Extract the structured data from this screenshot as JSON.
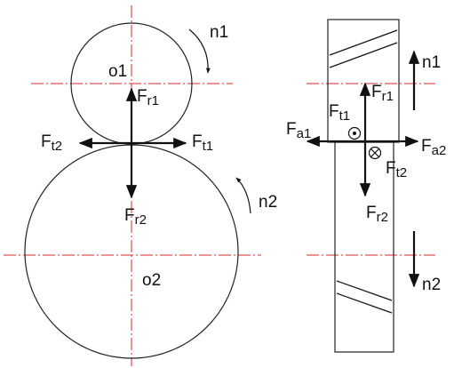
{
  "colors": {
    "centerline": "#d42a2a",
    "ink": "#111111"
  },
  "left_view": {
    "gear1": {
      "center": "o1",
      "speed": "n1"
    },
    "gear2": {
      "center": "o2",
      "speed": "n2"
    },
    "forces": {
      "fr1": {
        "main": "F",
        "sub": "r1"
      },
      "fr2": {
        "main": "F",
        "sub": "r2"
      },
      "ft1": {
        "main": "F",
        "sub": "t1"
      },
      "ft2": {
        "main": "F",
        "sub": "t2"
      }
    }
  },
  "right_view": {
    "speed_top": "n1",
    "speed_bottom": "n2",
    "forces": {
      "fa1": {
        "main": "F",
        "sub": "a1"
      },
      "fa2": {
        "main": "F",
        "sub": "a2"
      },
      "ft1": {
        "main": "F",
        "sub": "t1"
      },
      "ft2": {
        "main": "F",
        "sub": "t2"
      },
      "fr1": {
        "main": "F",
        "sub": "r1"
      },
      "fr2": {
        "main": "F",
        "sub": "r2"
      }
    }
  }
}
